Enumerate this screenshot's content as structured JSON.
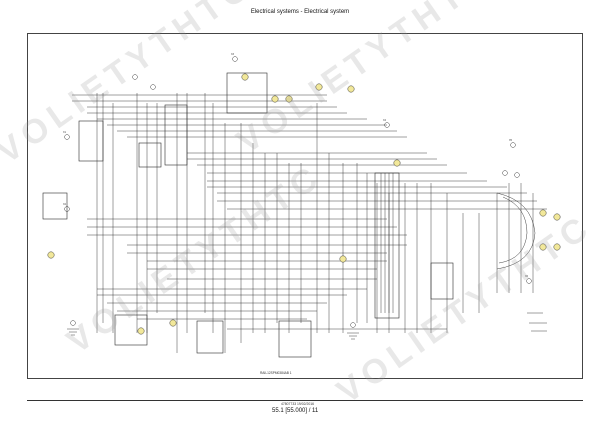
{
  "header": {
    "title": "Electrical systems - Electrical system"
  },
  "figure": {
    "reference": "RAIL12SPM0384AB     1"
  },
  "footer": {
    "document_ref": "47807733 19/02/2016",
    "page": "55.1 [55.000] / 11"
  },
  "watermark": {
    "text": "VOLIETYTHTC.COM"
  },
  "colors": {
    "line": "#2b2b2b",
    "connector_fill": "#f2e89a",
    "frame": "#444444"
  }
}
